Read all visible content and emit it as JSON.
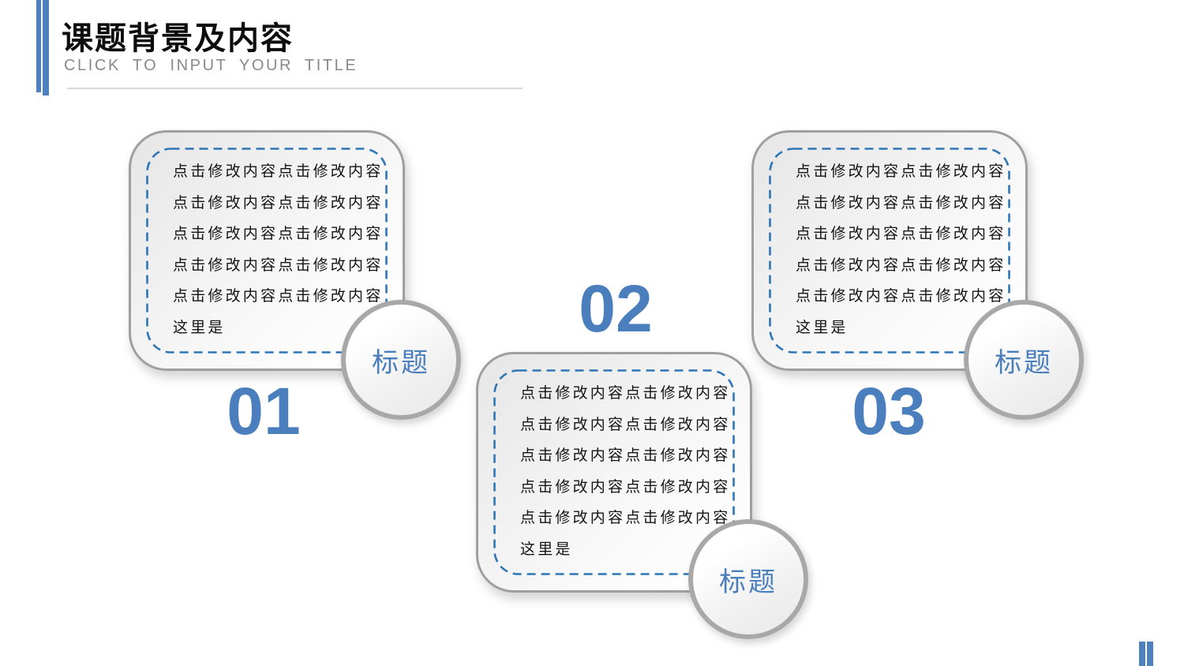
{
  "slide": {
    "header": {
      "title": "课题背景及内容",
      "subtitle": "CLICK TO INPUT YOUR TITLE"
    },
    "colors": {
      "accent_blue": "#4a7ebc",
      "dash_blue": "#2e75b6",
      "bar_blue": "#4f81bd",
      "card_border_gray": "#9f9f9f",
      "circle_border_gray": "#a8a8a8",
      "subtitle_gray": "#898989",
      "text_black": "#141414"
    }
  },
  "cards": [
    {
      "number": "01",
      "circle_label": "标题",
      "lines": [
        "点击修改内容点击修改内容",
        "点击修改内容点击修改内容",
        "点击修改内容点击修改内容",
        "点击修改内容点击修改内容",
        "点击修改内容点击修改内容",
        "这里是"
      ]
    },
    {
      "number": "02",
      "circle_label": "标题",
      "lines": [
        "点击修改内容点击修改内容",
        "点击修改内容点击修改内容",
        "点击修改内容点击修改内容",
        "点击修改内容点击修改内容",
        "点击修改内容点击修改内容",
        "这里是"
      ]
    },
    {
      "number": "03",
      "circle_label": "标题",
      "lines": [
        "点击修改内容点击修改内容",
        "点击修改内容点击修改内容",
        "点击修改内容点击修改内容",
        "点击修改内容点击修改内容",
        "点击修改内容点击修改内容",
        "这里是"
      ]
    }
  ]
}
